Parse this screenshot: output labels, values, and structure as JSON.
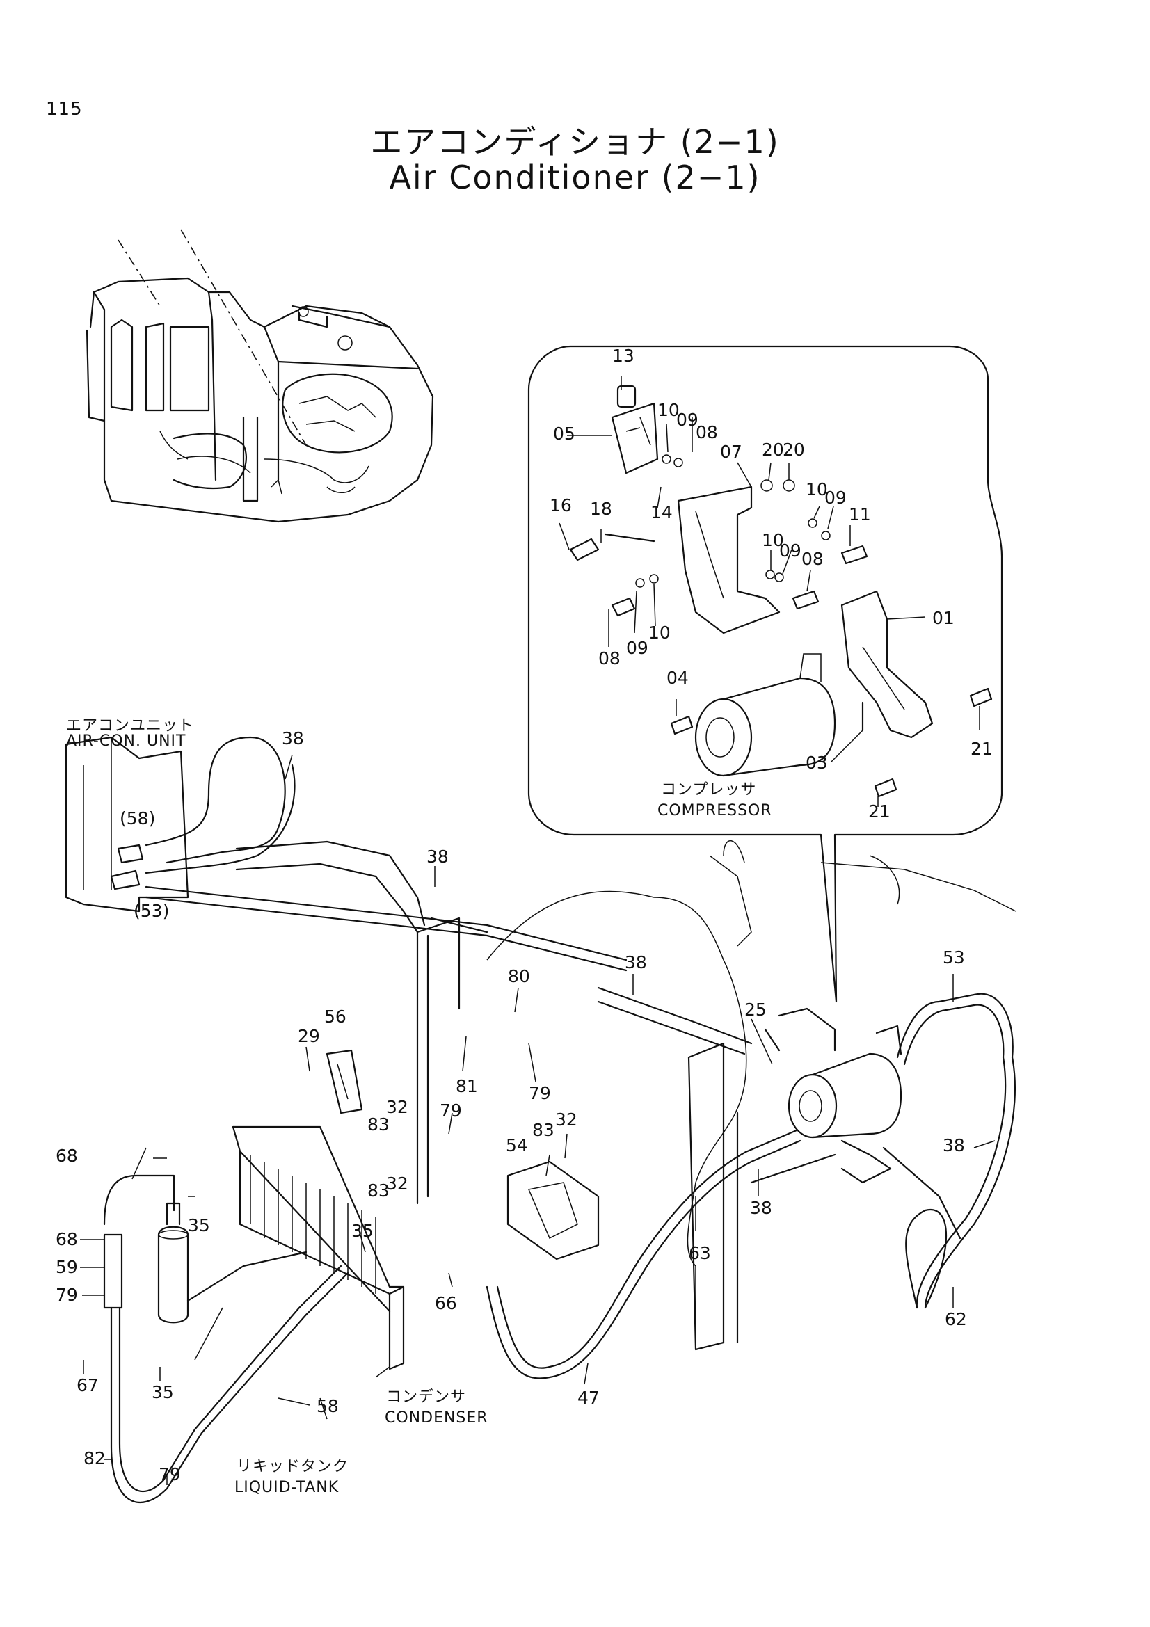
{
  "page_number": "115",
  "title_jp": "エアコンディショナ (2−1)",
  "title_en": "Air Conditioner (2−1)",
  "captions": {
    "aircon_jp": "エアコンユニット",
    "aircon_en": "AIR-CON. UNIT",
    "compressor_jp": "コンプレッサ",
    "compressor_en": "COMPRESSOR",
    "condenser_jp": "コンデンサ",
    "condenser_en": "CONDENSER",
    "liquid_jp": "リキッドタンク",
    "liquid_en": "LIQUID-TANK"
  },
  "callouts": [
    "13",
    "10",
    "09",
    "08",
    "05",
    "07",
    "20",
    "20",
    "10",
    "09",
    "11",
    "16",
    "18",
    "14",
    "10",
    "09",
    "08",
    "08",
    "09",
    "10",
    "01",
    "04",
    "03",
    "21",
    "21",
    "38",
    "(58)",
    "(53)",
    "38",
    "38",
    "80",
    "29",
    "56",
    "81",
    "79",
    "32",
    "83",
    "83",
    "32",
    "53",
    "25",
    "79",
    "54",
    "83",
    "32",
    "38",
    "38",
    "68",
    "35",
    "68",
    "59",
    "79",
    "35",
    "63",
    "66",
    "67",
    "35",
    "58",
    "47",
    "62",
    "82",
    "79"
  ]
}
